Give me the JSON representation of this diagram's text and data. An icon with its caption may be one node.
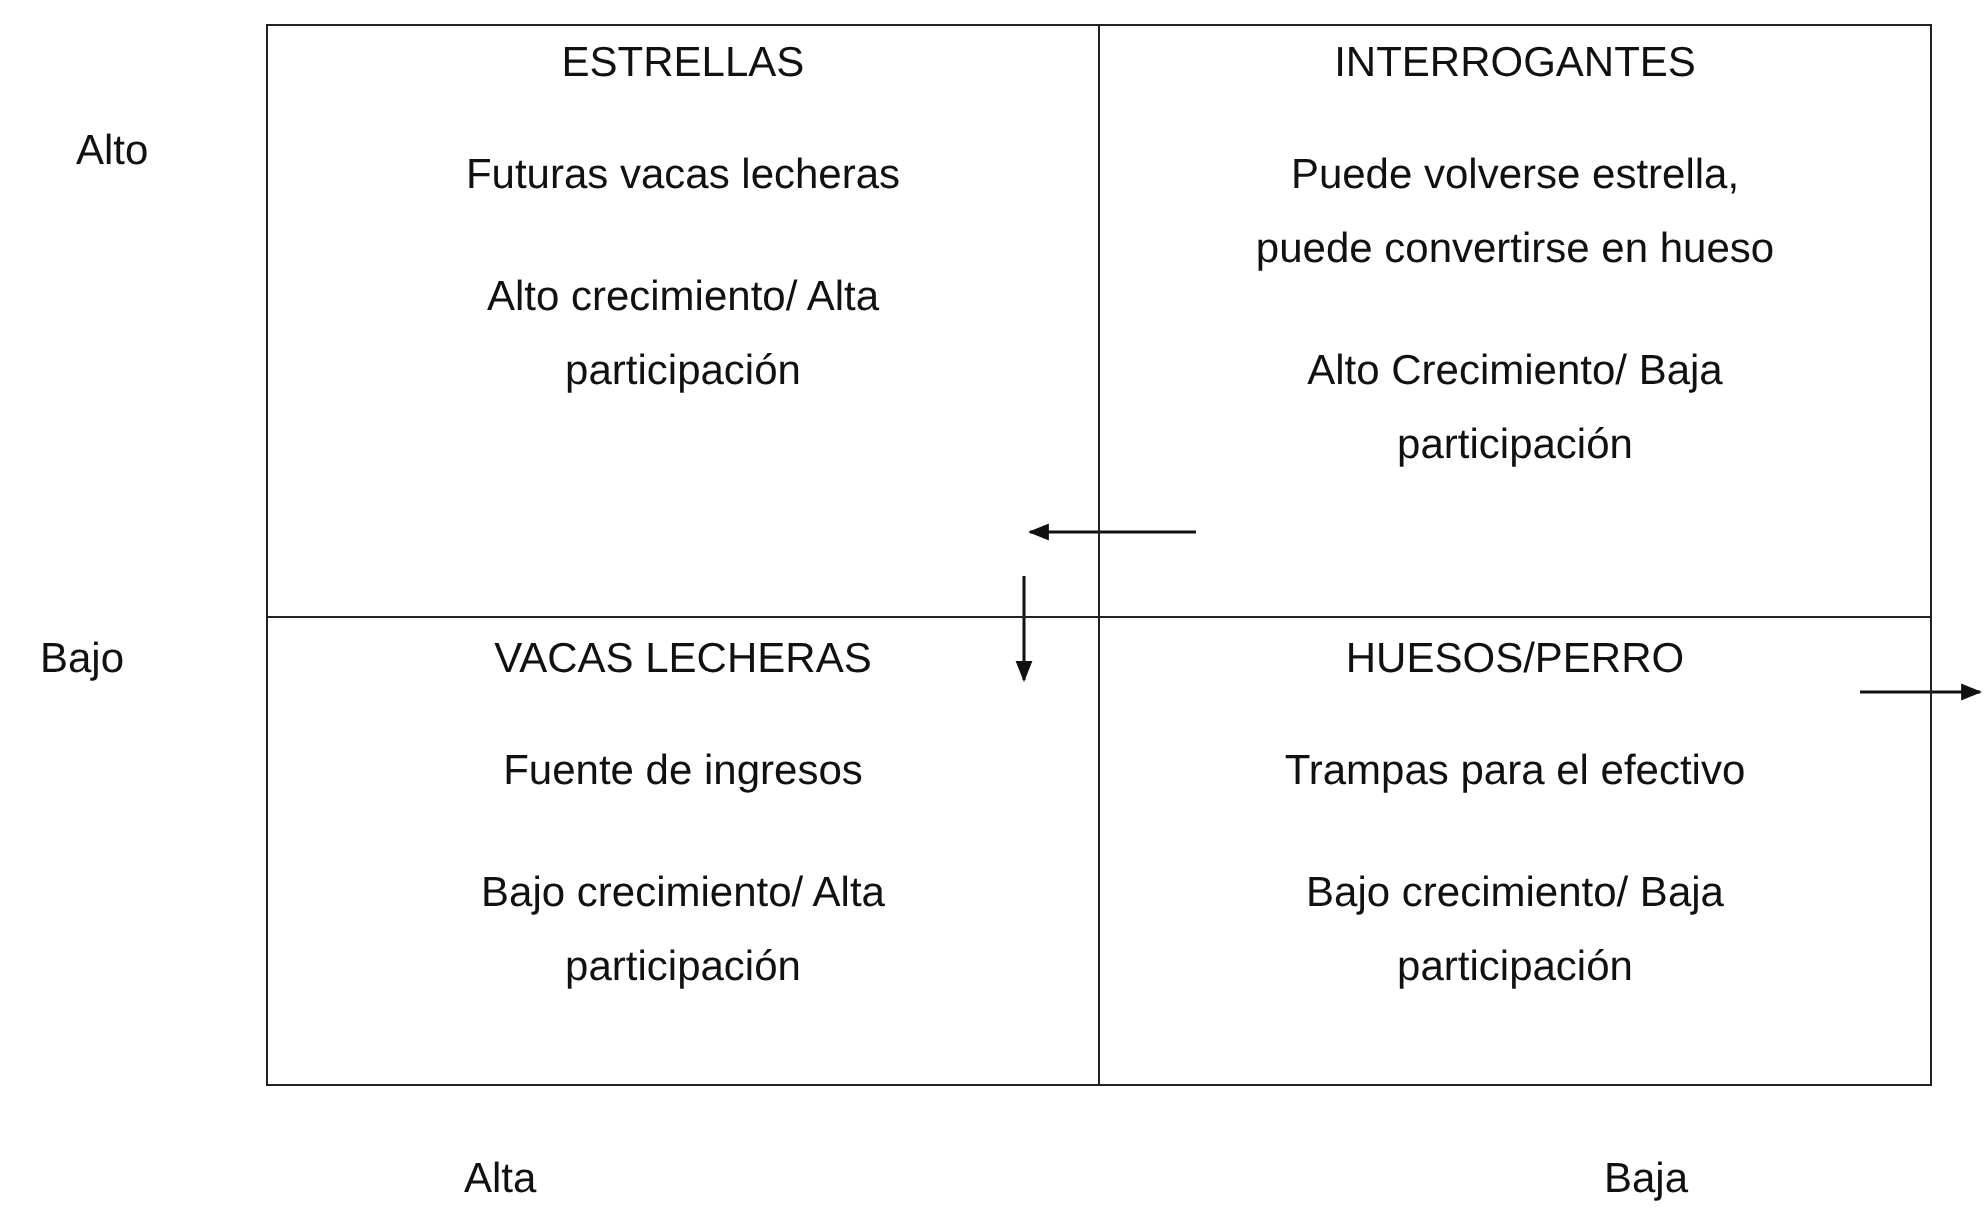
{
  "diagram": {
    "nodes": [
      {
        "text": [
          "ESTRELLAS",
          "Futuras vacas lecheras",
          "Alto crecimiento/ Alta participación"
        ]
      },
      {
        "text": [
          "INTERROGANTES",
          "Puede volverse estrella, puede convertirse en hueso",
          "Alto Crecimiento/ Baja participación"
        ]
      },
      {
        "text": [
          "VACAS LECHERAS",
          "Fuente de ingresos",
          "Bajo crecimiento/ Alta participación"
        ]
      },
      {
        "text": [
          "HUESOS/PERRO",
          "Trampas para el efectivo",
          "Bajo crecimiento/ Baja participación"
        ]
      }
    ],
    "edges": [
      {
        "from": 1,
        "to": 0,
        "arrow": "to"
      },
      {
        "from": 0,
        "to": 2,
        "arrow": "to"
      },
      {
        "from": 3,
        "to": null,
        "arrow": "to"
      }
    ],
    "labels": [
      "Alto",
      "Bajo",
      "Alta",
      "Baja"
    ]
  }
}
